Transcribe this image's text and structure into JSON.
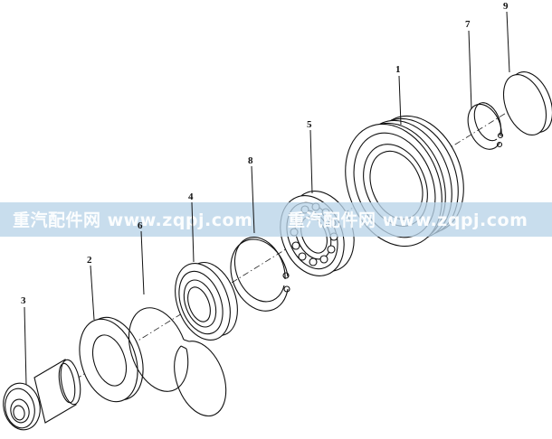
{
  "diagram": {
    "labels": {
      "p1": "1",
      "p2": "2",
      "p3": "3",
      "p4": "4",
      "p5": "5",
      "p6": "6",
      "p7": "7",
      "p8": "8",
      "p9": "9"
    },
    "watermark": {
      "left": "重汽配件网  www.zqpj.com",
      "right": "重汽配件网  www.zqpj.com"
    },
    "colors": {
      "watermark_band": "#b8d4e8",
      "line": "#111111"
    }
  }
}
